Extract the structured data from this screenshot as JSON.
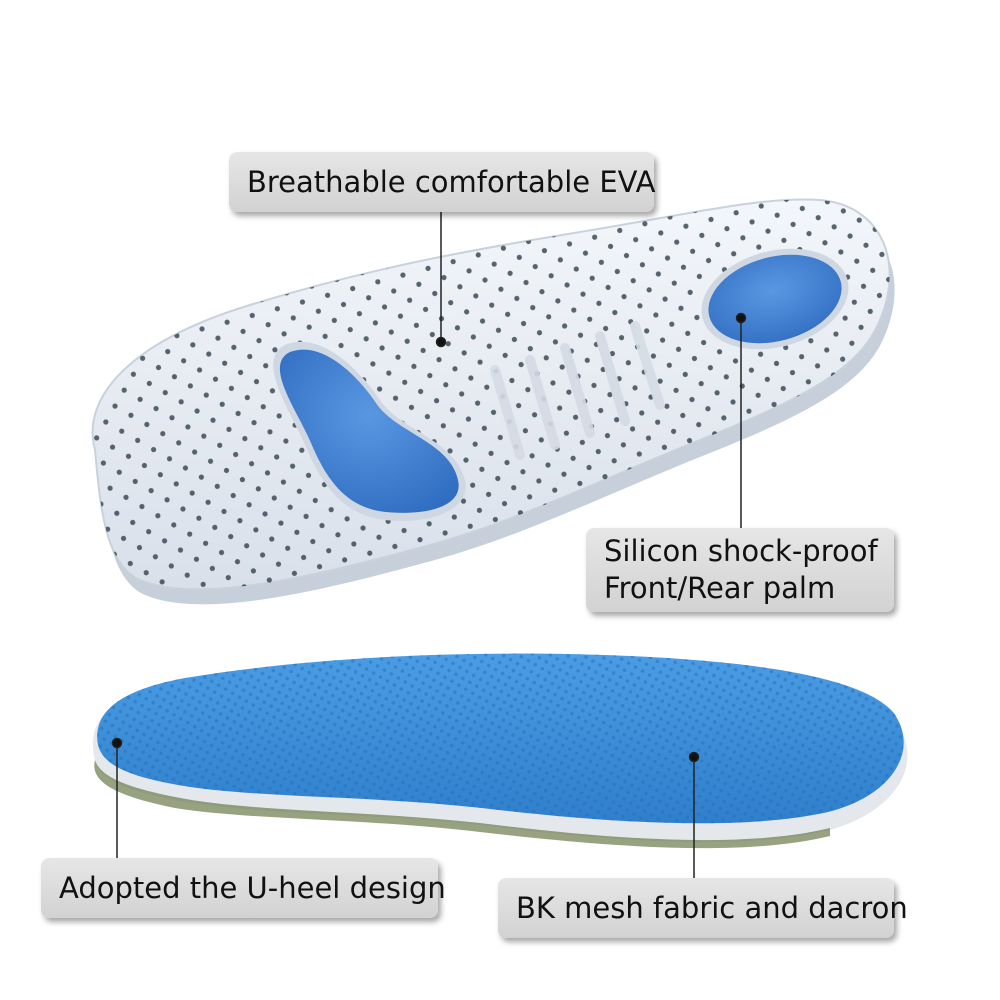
{
  "image": {
    "subject-icon": "insole-pair-photo",
    "colors": {
      "background": "#ffffff",
      "eva_foam": "#e9eef4",
      "silicon_pad": "#3f7fd0",
      "mesh_fabric": "#3c8fd8",
      "label_box": "#d9d9d9",
      "callout_line": "#222222"
    }
  },
  "callouts": {
    "eva": "Breathable comfortable EVA",
    "silicon_line1": "Silicon shock-proof",
    "silicon_line2": "Front/Rear palm",
    "uheel": "Adopted the U-heel design",
    "mesh": "BK mesh fabric and dacron"
  }
}
